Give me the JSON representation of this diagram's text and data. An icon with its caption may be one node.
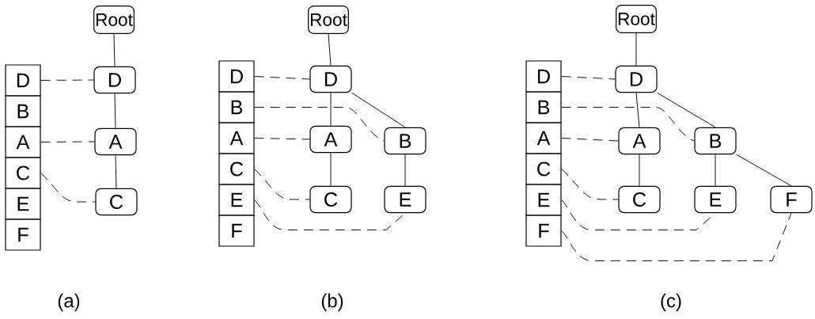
{
  "diagram": {
    "nodes": [
      {
        "text": [
          "D"
        ]
      },
      {
        "text": [
          "B"
        ]
      },
      {
        "text": [
          "A"
        ]
      },
      {
        "text": [
          "C"
        ]
      },
      {
        "text": [
          "E"
        ]
      },
      {
        "text": [
          "F"
        ]
      },
      {
        "text": [
          "Root"
        ]
      },
      {
        "text": [
          "D"
        ]
      },
      {
        "text": [
          "A"
        ]
      },
      {
        "text": [
          "C"
        ]
      },
      {
        "text": [
          "D"
        ]
      },
      {
        "text": [
          "B"
        ]
      },
      {
        "text": [
          "A"
        ]
      },
      {
        "text": [
          "C"
        ]
      },
      {
        "text": [
          "E"
        ]
      },
      {
        "text": [
          "F"
        ]
      },
      {
        "text": [
          "Root"
        ]
      },
      {
        "text": [
          "D"
        ]
      },
      {
        "text": [
          "A"
        ]
      },
      {
        "text": [
          "B"
        ]
      },
      {
        "text": [
          "C"
        ]
      },
      {
        "text": [
          "E"
        ]
      },
      {
        "text": [
          "D"
        ]
      },
      {
        "text": [
          "B"
        ]
      },
      {
        "text": [
          "A"
        ]
      },
      {
        "text": [
          "C"
        ]
      },
      {
        "text": [
          "E"
        ]
      },
      {
        "text": [
          "F"
        ]
      },
      {
        "text": [
          "Root"
        ]
      },
      {
        "text": [
          "D"
        ]
      },
      {
        "text": [
          "A"
        ]
      },
      {
        "text": [
          "B"
        ]
      },
      {
        "text": [
          "C"
        ]
      },
      {
        "text": [
          "E"
        ]
      },
      {
        "text": [
          "F"
        ]
      }
    ],
    "edges": [
      {
        "from": 6,
        "to": 7,
        "arrow": "none"
      },
      {
        "from": 7,
        "to": 8,
        "arrow": "none"
      },
      {
        "from": 8,
        "to": 9,
        "arrow": "none"
      },
      {
        "from": 0,
        "to": 7,
        "arrow": "none",
        "style": "dashed"
      },
      {
        "from": 2,
        "to": 8,
        "arrow": "none",
        "style": "dashed"
      },
      {
        "from": 3,
        "to": 9,
        "arrow": "none",
        "style": "dashed"
      },
      {
        "from": 16,
        "to": 17,
        "arrow": "none"
      },
      {
        "from": 17,
        "to": 18,
        "arrow": "none"
      },
      {
        "from": 18,
        "to": 20,
        "arrow": "none"
      },
      {
        "from": 17,
        "to": 19,
        "arrow": "none"
      },
      {
        "from": 19,
        "to": 21,
        "arrow": "none"
      },
      {
        "from": 10,
        "to": 17,
        "arrow": "none",
        "style": "dashed"
      },
      {
        "from": 11,
        "to": 19,
        "arrow": "none",
        "style": "dashed"
      },
      {
        "from": 12,
        "to": 18,
        "arrow": "none",
        "style": "dashed"
      },
      {
        "from": 13,
        "to": 20,
        "arrow": "none",
        "style": "dashed"
      },
      {
        "from": 14,
        "to": 21,
        "arrow": "none",
        "style": "dashed"
      },
      {
        "from": 28,
        "to": 29,
        "arrow": "none"
      },
      {
        "from": 29,
        "to": 30,
        "arrow": "none"
      },
      {
        "from": 30,
        "to": 32,
        "arrow": "none"
      },
      {
        "from": 29,
        "to": 31,
        "arrow": "none"
      },
      {
        "from": 31,
        "to": 33,
        "arrow": "none"
      },
      {
        "from": 31,
        "to": 34,
        "arrow": "none"
      },
      {
        "from": 22,
        "to": 29,
        "arrow": "none",
        "style": "dashed"
      },
      {
        "from": 23,
        "to": 31,
        "arrow": "none",
        "style": "dashed"
      },
      {
        "from": 24,
        "to": 30,
        "arrow": "none",
        "style": "dashed"
      },
      {
        "from": 25,
        "to": 32,
        "arrow": "none",
        "style": "dashed"
      },
      {
        "from": 26,
        "to": 33,
        "arrow": "none",
        "style": "dashed"
      },
      {
        "from": 27,
        "to": 34,
        "arrow": "none",
        "style": "dashed"
      }
    ],
    "labels": [
      "(a)",
      "(b)",
      "(c)"
    ]
  }
}
